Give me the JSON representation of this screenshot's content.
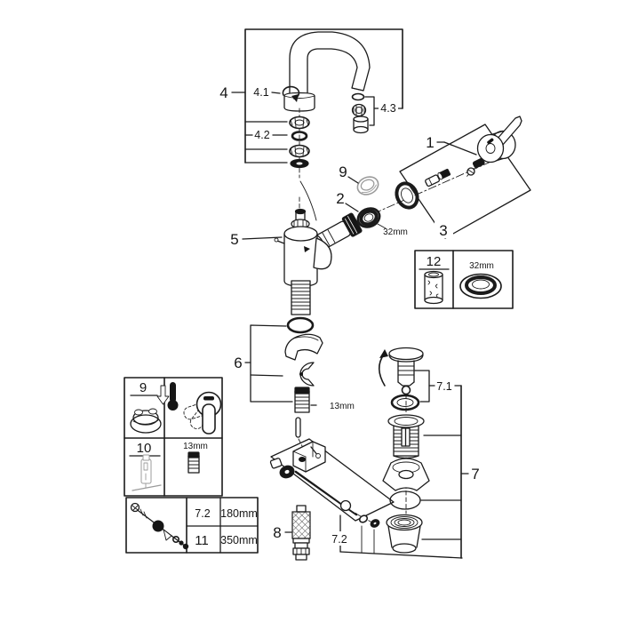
{
  "callouts": {
    "spout_assembly": "4",
    "spout_clip": "4.1",
    "spout_seals": "4.2",
    "aerator": "4.3",
    "handle": "1",
    "cap": "9",
    "ring": "2",
    "ring_size": "32mm",
    "escutcheon_group": "3",
    "body": "5",
    "fastening_group": "6",
    "stud_size": "13mm",
    "pressure_hose": "8",
    "waste_set": "7",
    "plug_set": "7.1",
    "pull_rod": "7.2"
  },
  "inset_box_12": {
    "part_number": "12",
    "seal_size": "32mm"
  },
  "inset_parts": {
    "cap_part_number": "9",
    "tool_part_number": "10",
    "tool_size": "13mm",
    "rod_table": {
      "rows": [
        {
          "part": "7.2",
          "length": "180mm"
        },
        {
          "part": "11",
          "length": "350mm"
        }
      ]
    }
  }
}
